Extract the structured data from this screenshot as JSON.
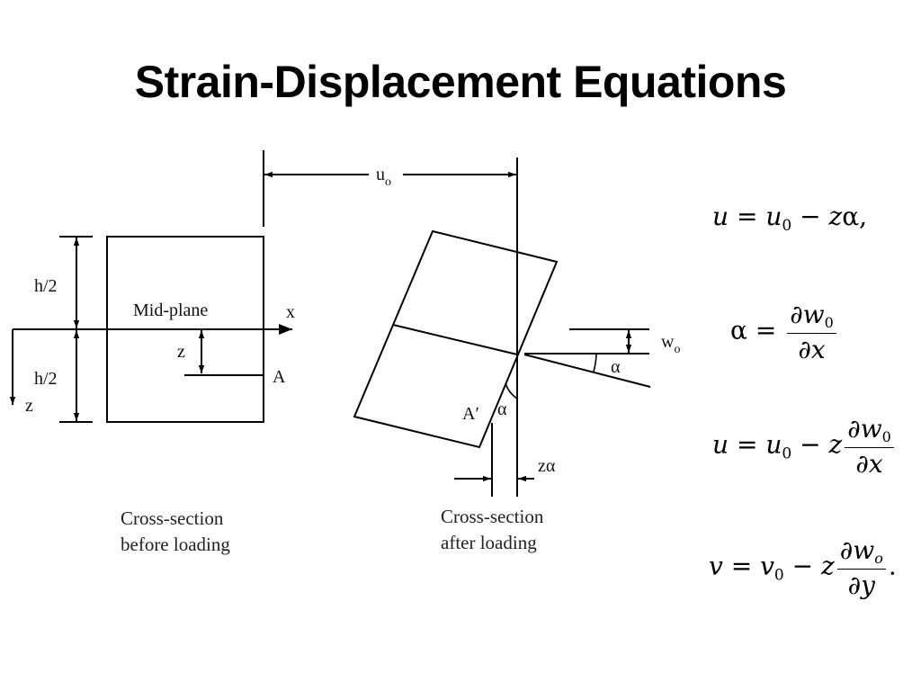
{
  "title": "Strain-Displacement Equations",
  "diagram": {
    "labels": {
      "uo": "u",
      "uo_sub": "o",
      "h_top": "h/2",
      "h_bottom": "h/2",
      "midplane": "Mid-plane",
      "x_axis": "x",
      "z_axis": "z",
      "z_dim": "z",
      "point_a": "A",
      "point_a_prime": "A′",
      "wo": "w",
      "wo_sub": "o",
      "alpha_top": "α",
      "alpha_bottom": "α",
      "z_alpha": "zα"
    },
    "captions": {
      "before_line1": "Cross-section",
      "before_line2": "before loading",
      "after_line1": "Cross-section",
      "after_line2": "after loading"
    }
  },
  "equations": {
    "eq1": {
      "lhs": "u",
      "rhs_a": "u",
      "sub_a": "0",
      "minus": " − ",
      "rhs_b": "z",
      "alpha": "α",
      "tail": ","
    },
    "eq2": {
      "lhs": "α",
      "num_a": "∂",
      "num_b": "w",
      "num_sub": "0",
      "den_a": "∂",
      "den_b": "x"
    },
    "eq3": {
      "lhs": "u",
      "rhs_a": "u",
      "sub_a": "0",
      "minus": " − ",
      "rhs_b": "z",
      "num_a": "∂",
      "num_b": "w",
      "num_sub": "0",
      "den_a": "∂",
      "den_b": "x"
    },
    "eq4": {
      "lhs": "v",
      "rhs_a": "v",
      "sub_a": "0",
      "minus": " − ",
      "rhs_b": "z",
      "num_a": "∂",
      "num_b": "w",
      "num_sub": "o",
      "den_a": "∂",
      "den_b": "y",
      "tail": "."
    },
    "equals": " = "
  }
}
